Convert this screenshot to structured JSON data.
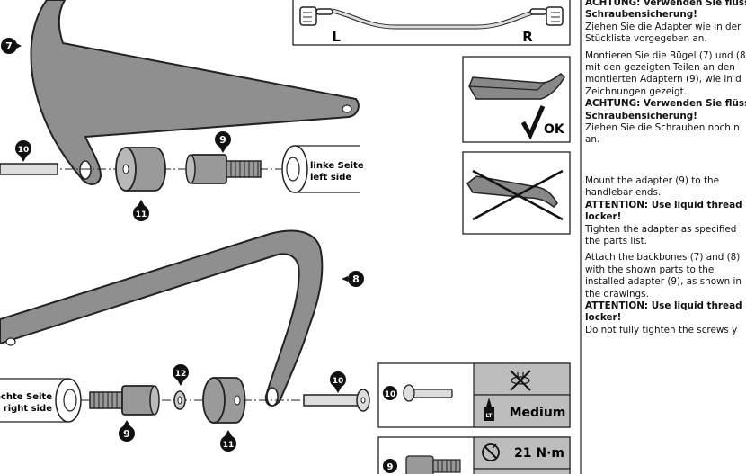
{
  "de": {
    "att1_l1": "ACHTUNG: Verwenden Sie flüss",
    "att1_l2": "Schraubensicherung!",
    "p1_l1": "Ziehen Sie die Adapter wie in der",
    "p1_l2": "Stückliste vorgegeben an.",
    "p2_l1": "Montieren Sie die Bügel (7) und (8)",
    "p2_l2": "mit den gezeigten Teilen an den",
    "p2_l3": "montierten Adaptern (9), wie in d",
    "p2_l4": "Zeichnungen gezeigt.",
    "att2_l1": "ACHTUNG: Verwenden Sie flüss",
    "att2_l2": "Schraubensicherung!",
    "p3_l1": "Ziehen Sie die Schrauben noch n",
    "p3_l2": "an."
  },
  "en": {
    "p1_l1": "Mount the adapter (9) to the",
    "p1_l2": "handlebar ends.",
    "att1_l1": "ATTENTION: Use liquid thread",
    "att1_l2": "locker!",
    "p2_l1": "Tighten the adapter as specified",
    "p2_l2": "the parts list.",
    "p3_l1": "Attach the backbones (7) and (8)",
    "p3_l2": "with the shown parts to the",
    "p3_l3": "installed adapter (9), as shown in",
    "p3_l4": "the drawings.",
    "att2_l1": "ATTENTION: Use liquid thread",
    "att2_l2": "locker!",
    "p4_l1": "Do not fully tighten the screws y"
  },
  "handlebar_box": {
    "left": "L",
    "right": "R"
  },
  "ok_box": {
    "ok": "OK"
  },
  "side_labels": {
    "left_de": "linke Seite",
    "left_en": "left side",
    "right_de": "rechte Seite",
    "right_en": "right side"
  },
  "callouts": {
    "c7": "7",
    "c8": "8",
    "c9": "9",
    "c10": "10",
    "c11": "11",
    "c12": "12"
  },
  "spec_table": {
    "part10": "10",
    "loctite_strength": "Medium",
    "lt_glyph": "LT",
    "part9": "9",
    "torque": "21 N·m"
  }
}
